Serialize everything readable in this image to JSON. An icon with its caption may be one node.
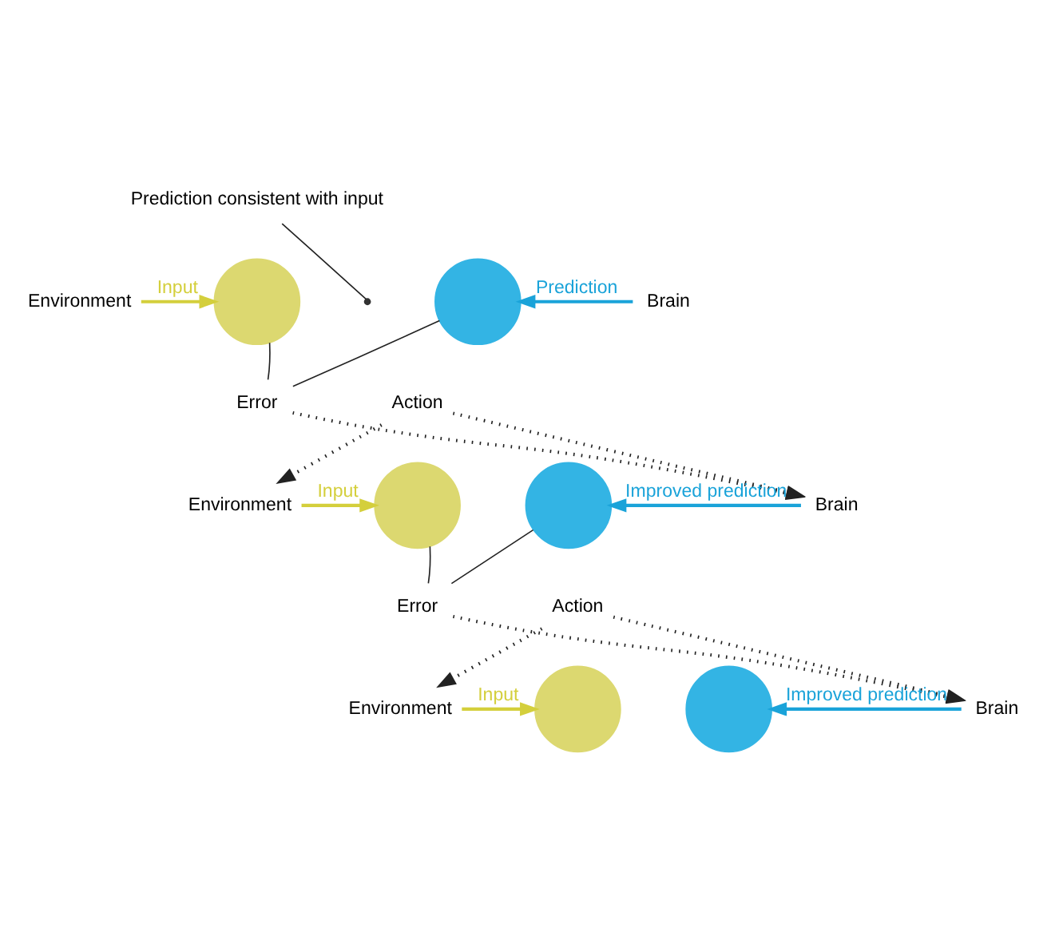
{
  "diagram": {
    "nodes": [
      {
        "text": [
          "Prediction consistent with input"
        ]
      },
      {
        "text": [
          "Environment"
        ]
      },
      {
        "text": [],
        "shape": "circle"
      },
      {
        "text": [],
        "shape": "circle"
      },
      {
        "text": [
          "Brain"
        ]
      },
      {
        "text": [
          "Error"
        ]
      },
      {
        "text": [
          "Action"
        ]
      },
      {
        "text": [
          "Environment"
        ]
      },
      {
        "text": [],
        "shape": "circle"
      },
      {
        "text": [],
        "shape": "circle"
      },
      {
        "text": [
          "Brain"
        ]
      },
      {
        "text": [
          "Error"
        ]
      },
      {
        "text": [
          "Action"
        ]
      },
      {
        "text": [
          "Environment"
        ]
      },
      {
        "text": [],
        "shape": "circle"
      },
      {
        "text": [],
        "shape": "circle"
      },
      {
        "text": [
          "Brain"
        ]
      }
    ],
    "edges": [
      {
        "from": 0,
        "to": null,
        "arrow": "none"
      },
      {
        "from": 1,
        "to": 2,
        "arrow": "to",
        "label": "Input",
        "color": "#d4cf3c"
      },
      {
        "from": 4,
        "to": 3,
        "arrow": "to",
        "label": "Prediction",
        "color": "#1aa3d9"
      },
      {
        "from": 5,
        "to": 2,
        "arrow": "none"
      },
      {
        "from": 5,
        "to": 3,
        "arrow": "none"
      },
      {
        "from": 5,
        "to": 10,
        "arrow": "to",
        "style": "dashed"
      },
      {
        "from": 6,
        "to": 7,
        "arrow": "to",
        "style": "dashed"
      },
      {
        "from": 6,
        "to": 10,
        "arrow": "to",
        "style": "dashed"
      },
      {
        "from": 7,
        "to": 8,
        "arrow": "to",
        "label": "Input",
        "color": "#d4cf3c"
      },
      {
        "from": 10,
        "to": 9,
        "arrow": "to",
        "label": "Improved prediction",
        "color": "#1aa3d9"
      },
      {
        "from": 11,
        "to": 8,
        "arrow": "none"
      },
      {
        "from": 11,
        "to": 9,
        "arrow": "none"
      },
      {
        "from": 11,
        "to": 16,
        "arrow": "to",
        "style": "dashed"
      },
      {
        "from": 12,
        "to": 13,
        "arrow": "to",
        "style": "dashed"
      },
      {
        "from": 12,
        "to": 16,
        "arrow": "to",
        "style": "dashed"
      },
      {
        "from": 13,
        "to": 14,
        "arrow": "to",
        "label": "Input",
        "color": "#d4cf3c"
      },
      {
        "from": 16,
        "to": 15,
        "arrow": "to",
        "label": "Improved prediction",
        "color": "#1aa3d9"
      }
    ]
  }
}
